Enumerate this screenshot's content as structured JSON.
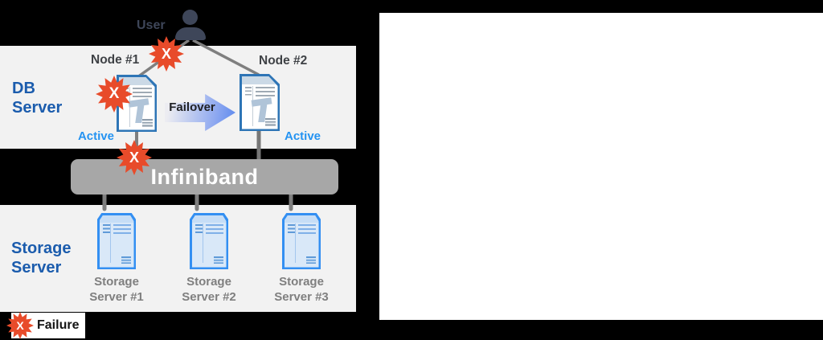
{
  "user": {
    "label": "User"
  },
  "db": {
    "title_line1": "DB",
    "title_line2": "Server",
    "nodes": [
      {
        "name": "Node #1",
        "status": "Active"
      },
      {
        "name": "Node #2",
        "status": "Active"
      }
    ],
    "failover_label": "Failover"
  },
  "infiniband": {
    "label": "Infiniband"
  },
  "storage": {
    "title_line1": "Storage",
    "title_line2": "Server",
    "servers": [
      {
        "line1": "Storage",
        "line2": "Server #1"
      },
      {
        "line1": "Storage",
        "line2": "Server #2"
      },
      {
        "line1": "Storage",
        "line2": "Server #3"
      }
    ]
  },
  "failure": {
    "symbol": "X",
    "legend_label": "Failure"
  },
  "colors": {
    "canvas_background": "#000000",
    "panel_gray": "#F2F2F2",
    "white_panel": "#FFFFFF",
    "failure_red": "#E84B2A",
    "active_blue": "#2493F2",
    "section_title_blue": "#1B5CAD",
    "infiniband_gray": "#A7A7A7",
    "node_border_blue": "#2E75B6",
    "storage_border_blue": "#338FF2",
    "connector_gray": "#7F7F7F"
  }
}
